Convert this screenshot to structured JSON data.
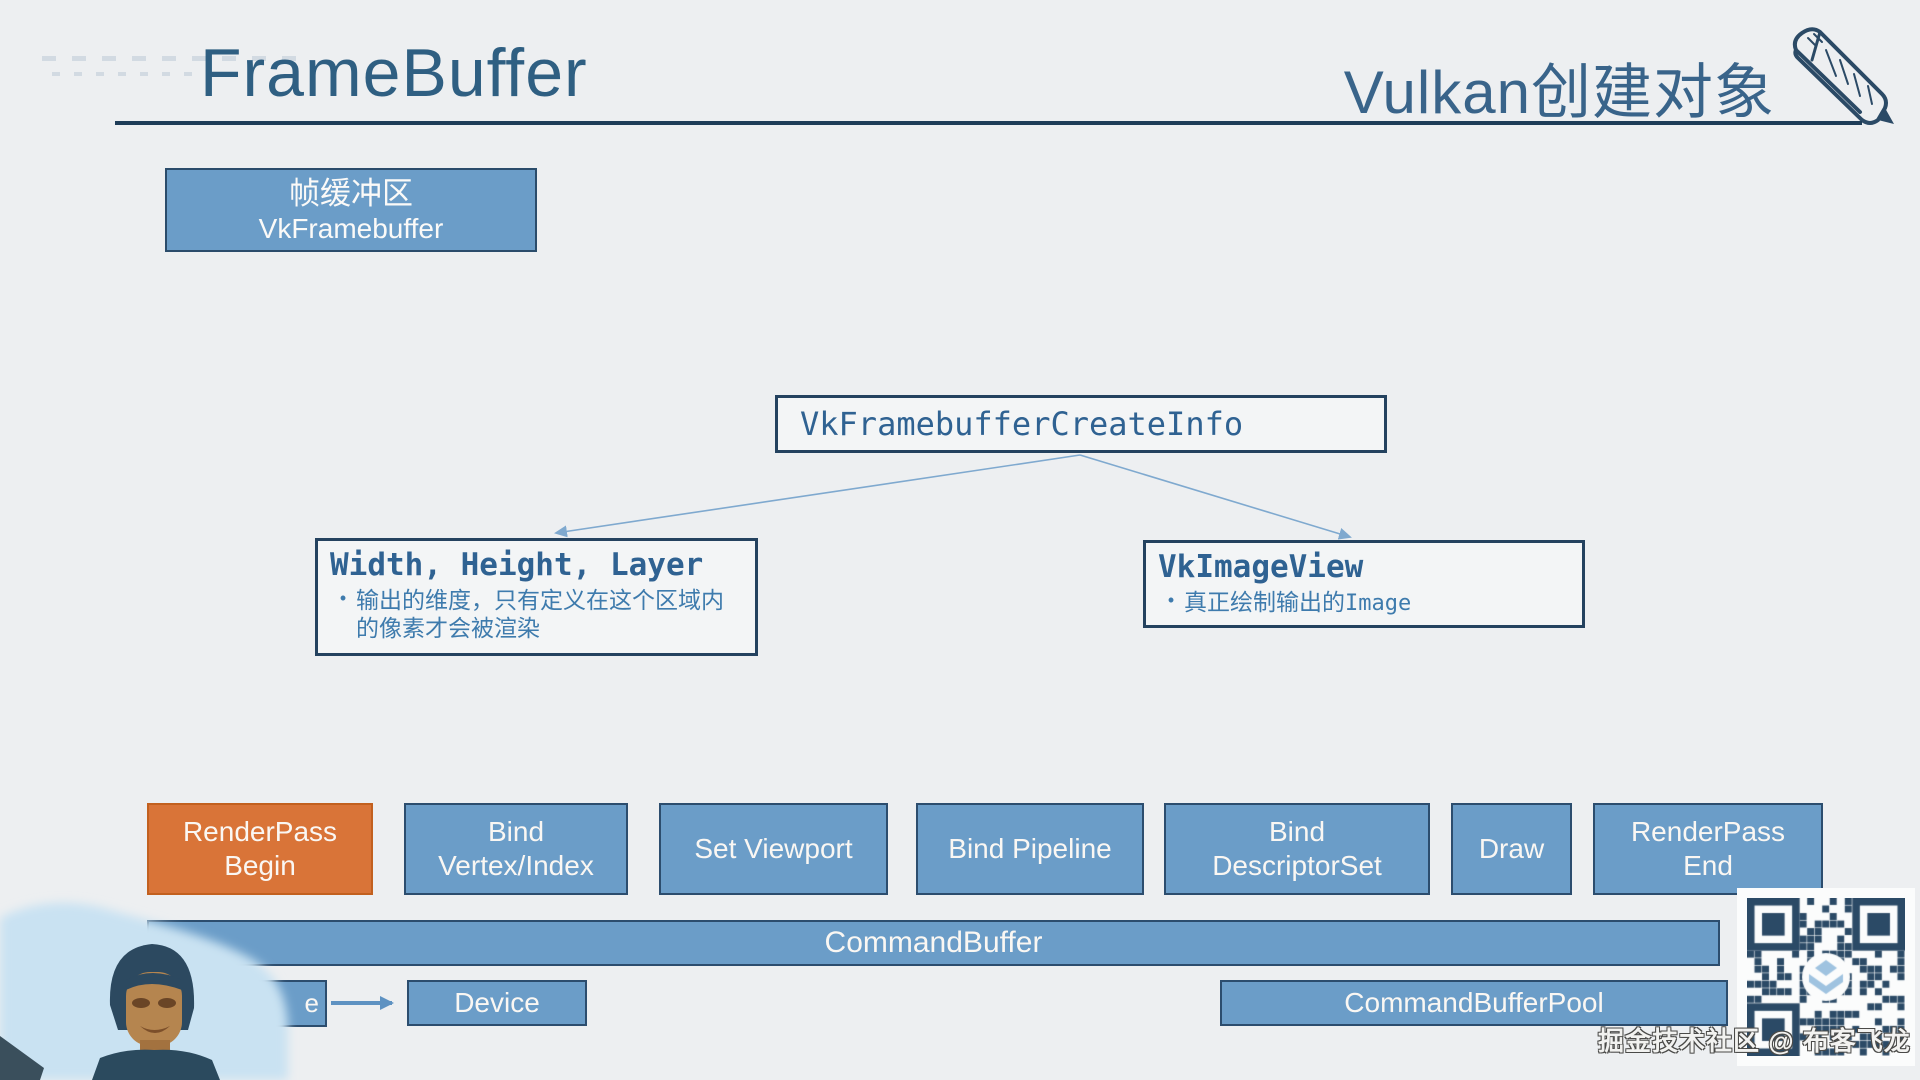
{
  "header": {
    "title": "FrameBuffer",
    "right_title": "Vulkan创建对象",
    "icon": "pencil-icon"
  },
  "framebuffer_box": {
    "line1": "帧缓冲区",
    "line2": "VkFramebuffer"
  },
  "createinfo_box": {
    "label": "VkFramebufferCreateInfo"
  },
  "dimension_box": {
    "title": "Width, Height, Layer",
    "bullet_marker": "•",
    "bullet": "输出的维度，只有定义在这个区域内的像素才会被渲染"
  },
  "imageview_box": {
    "title": "VkImageView",
    "bullet_marker": "•",
    "bullet_cjk": "真正绘制输出的",
    "bullet_code": "Image"
  },
  "pipeline_steps": [
    {
      "line1": "RenderPass",
      "line2": "Begin"
    },
    {
      "line1": "Bind",
      "line2": "Vertex/Index"
    },
    {
      "line1": "Set Viewport",
      "line2": ""
    },
    {
      "line1": "Bind Pipeline",
      "line2": ""
    },
    {
      "line1": "Bind",
      "line2": "DescriptorSet"
    },
    {
      "line1": "Draw",
      "line2": ""
    },
    {
      "line1": "RenderPass",
      "line2": "End"
    }
  ],
  "command_buffer": {
    "label": "CommandBuffer"
  },
  "device_row": {
    "hidden_box_fragment": "e",
    "device_label": "Device"
  },
  "command_buffer_pool": {
    "label": "CommandBufferPool"
  },
  "watermark": "掘金技术社区 @ 布客飞龙",
  "colors": {
    "background": "#edeff1",
    "accent_blue": "#6b9dc8",
    "accent_orange": "#d97438",
    "border_navy": "#24425f",
    "heading_blue": "#2f5f82",
    "code_blue": "#2f6292",
    "bullet_blue": "#3e7bad",
    "arrow_light_blue": "#7fa9cf",
    "arrow_device_blue": "#5e92c2",
    "qr_navy": "#2b4a66",
    "webcam_backdrop": "#c9e2f2"
  }
}
